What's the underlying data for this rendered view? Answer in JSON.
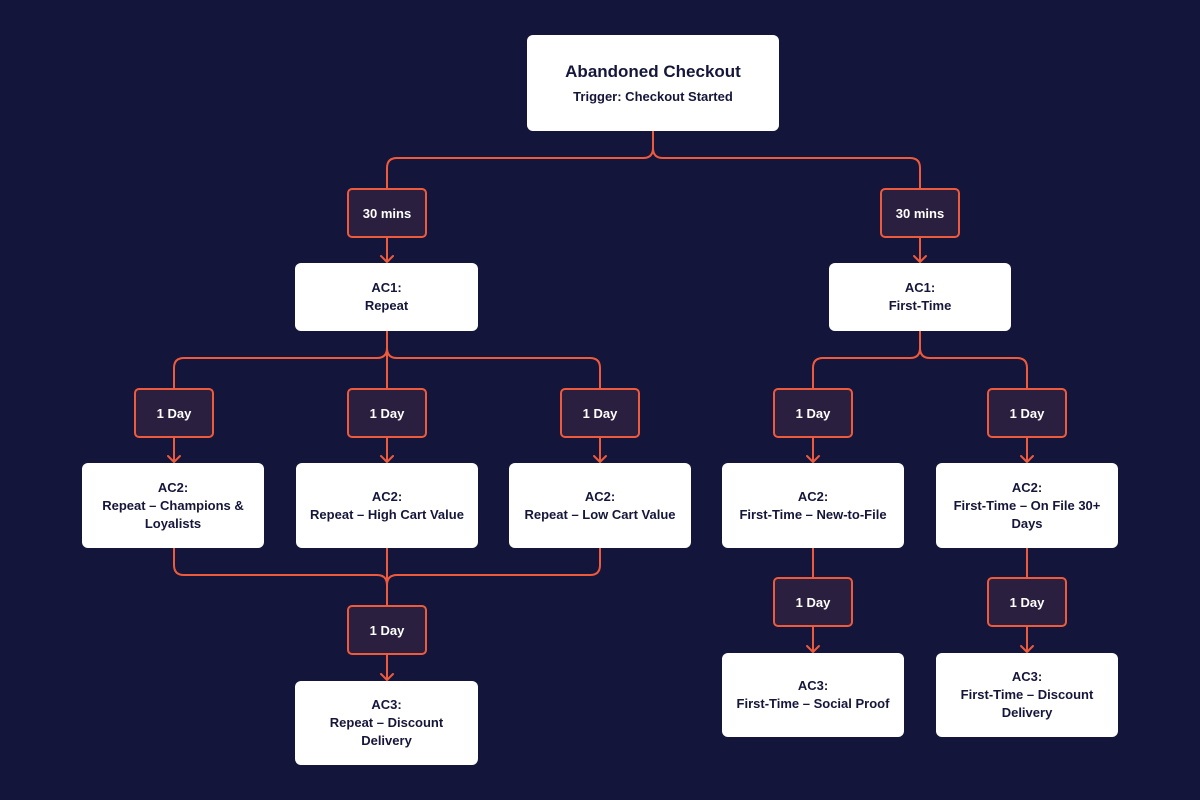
{
  "diagram": {
    "root": {
      "title": "Abandoned Checkout",
      "subtitle": "Trigger: Checkout Started"
    },
    "delays": {
      "left_wait": "30 mins",
      "right_wait": "30 mins",
      "repeat_champions_wait": "1 Day",
      "repeat_high_wait": "1 Day",
      "repeat_low_wait": "1 Day",
      "first_new_wait": "1 Day",
      "first_onfile_wait": "1 Day",
      "repeat_merge_wait": "1 Day",
      "first_new_ac3_wait": "1 Day",
      "first_onfile_ac3_wait": "1 Day"
    },
    "ac1": {
      "repeat": {
        "label": "AC1:",
        "name": "Repeat"
      },
      "first_time": {
        "label": "AC1:",
        "name": "First-Time"
      }
    },
    "ac2": {
      "repeat_champions": {
        "label": "AC2:",
        "line1": "Repeat – Champions &",
        "line2": "Loyalists"
      },
      "repeat_high_cart": {
        "label": "AC2:",
        "name": "Repeat – High Cart Value"
      },
      "repeat_low_cart": {
        "label": "AC2:",
        "name": "Repeat – Low Cart Value"
      },
      "first_new_to_file": {
        "label": "AC2:",
        "name": "First-Time – New-to-File"
      },
      "first_on_file": {
        "label": "AC2:",
        "line1": "First-Time – On File 30+",
        "line2": "Days"
      }
    },
    "ac3": {
      "repeat_discount": {
        "label": "AC3:",
        "line1": "Repeat – Discount",
        "line2": "Delivery"
      },
      "first_social_proof": {
        "label": "AC3:",
        "name": "First-Time – Social Proof"
      },
      "first_discount": {
        "label": "AC3:",
        "line1": "First-Time – Discount",
        "line2": "Delivery"
      }
    },
    "colors": {
      "background": "#14153b",
      "card": "#ffffff",
      "card_text": "#15163a",
      "connector": "#ee5a3c",
      "delay_fill": "#2a1f3f",
      "delay_text": "#ffffff"
    }
  }
}
